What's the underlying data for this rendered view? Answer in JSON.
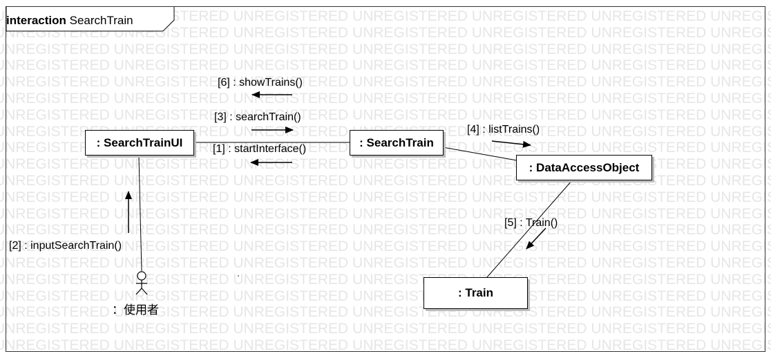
{
  "frame": {
    "keyword": "interaction",
    "name": "SearchTrain"
  },
  "watermark": "UNREGISTERED",
  "lifelines": {
    "search_train_ui": ": SearchTrainUI",
    "search_train": ": SearchTrain",
    "data_access_object": ": DataAccessObject",
    "train": ": Train"
  },
  "actor": {
    "label": "：使用者"
  },
  "messages": {
    "m1": "[1] : startInterface()",
    "m2": "[2] : inputSearchTrain()",
    "m3": "[3] : searchTrain()",
    "m4": "[4] : listTrains()",
    "m5": "[5] : Train()",
    "m6": "[6] : showTrains()"
  }
}
